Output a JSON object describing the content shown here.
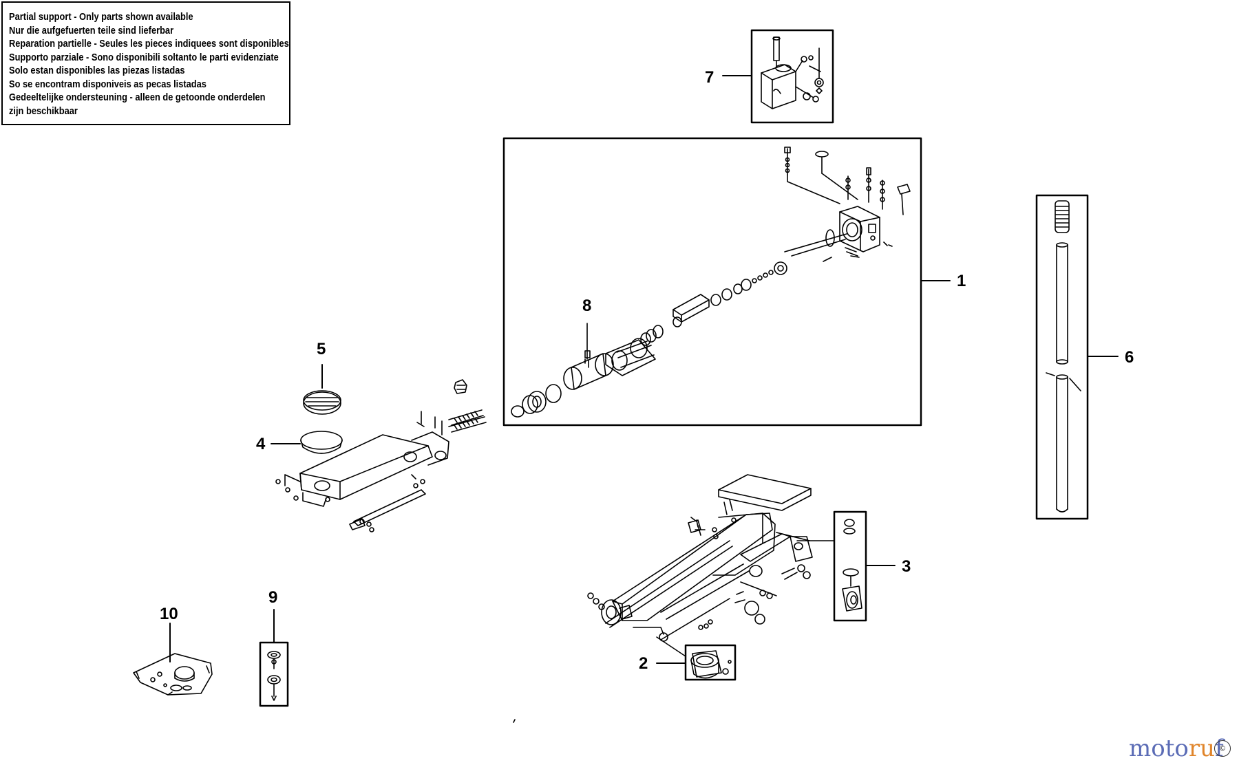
{
  "notice": {
    "lines": [
      "Partial support - Only parts shown available",
      "Nur die aufgefuerten teile sind lieferbar",
      "Reparation partielle - Seules les pieces indiquees sont disponibles",
      "Supporto parziale - Sono disponibili soltanto le parti evidenziate",
      "Solo estan disponibles las piezas listadas",
      "So se encontram disponiveis as pecas listadas",
      "Gedeeltelijke ondersteuning - alleen de getoonde onderdelen",
      "zijn beschikbaar"
    ]
  },
  "callouts": {
    "c1": "1",
    "c2": "2",
    "c3": "3",
    "c4": "4",
    "c5": "5",
    "c6": "6",
    "c7": "7",
    "c8": "8",
    "c9": "9",
    "c10": "10"
  },
  "watermark": {
    "part1": "moto",
    "part2": "ru",
    "part3": "f",
    "symbol": "©"
  },
  "colors": {
    "line": "#000000",
    "watermark_blue": "#5a6bb5",
    "watermark_orange": "#e0852b"
  }
}
